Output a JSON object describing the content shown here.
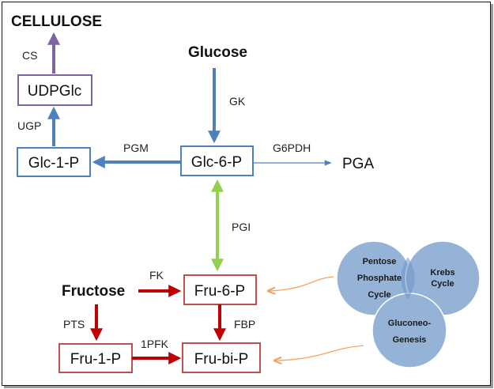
{
  "nodes": {
    "cellulose": "CELLULOSE",
    "udpglc": "UDPGlc",
    "glucose": "Glucose",
    "glc1p": "Glc-1-P",
    "glc6p": "Glc-6-P",
    "pga": "PGA",
    "fructose": "Fructose",
    "fru6p": "Fru-6-P",
    "fru1p": "Fru-1-P",
    "frubip": "Fru-bi-P"
  },
  "enzymes": {
    "cs": "CS",
    "ugp": "UGP",
    "gk": "GK",
    "pgm": "PGM",
    "g6pdh": "G6PDH",
    "pgi": "PGI",
    "fk": "FK",
    "pts": "PTS",
    "pfk1": "1PFK",
    "fbp": "FBP"
  },
  "cycles": {
    "pentose_line1": "Pentose",
    "pentose_line2": "Phosphate",
    "pentose_line3": "Cycle",
    "krebs_line1": "Krebs",
    "krebs_line2": "Cycle",
    "gluco_line1": "Gluconeo-",
    "gluco_line2": "Genesis"
  },
  "colors": {
    "blue": "#4f81bd",
    "purple": "#8064a2",
    "red": "#c00000",
    "green": "#92d050",
    "orange": "#f4a460",
    "circle_fill": "#95b3d7"
  }
}
